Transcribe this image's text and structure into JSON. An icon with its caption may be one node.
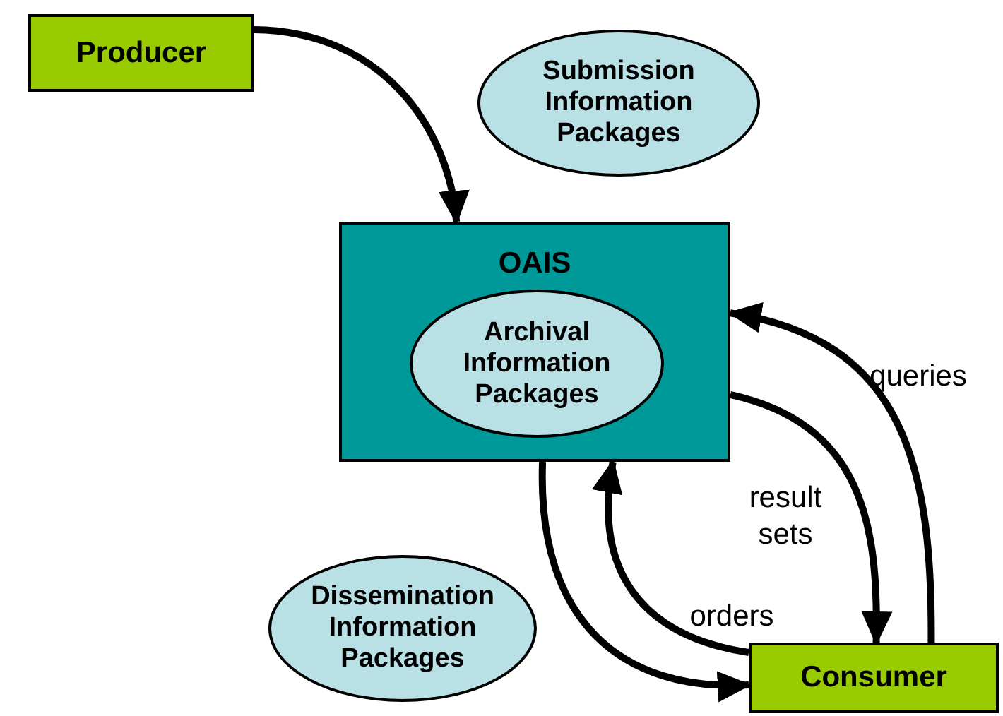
{
  "diagram": {
    "nodes": [
      {
        "text": [
          "Producer"
        ]
      },
      {
        "text": [
          "Submission Information Packages"
        ]
      },
      {
        "text": [
          "OAIS"
        ]
      },
      {
        "text": [
          "Archival Information Packages"
        ],
        "in": 2
      },
      {
        "text": [
          "Dissemination Information Packages"
        ]
      },
      {
        "text": [
          "Consumer"
        ]
      }
    ],
    "edges": [
      {
        "from": 0,
        "to": 2,
        "arrow": "to"
      },
      {
        "from": 5,
        "to": 2,
        "arrow": "to",
        "label": "queries"
      },
      {
        "from": 2,
        "to": 5,
        "arrow": "to",
        "label": "result sets"
      },
      {
        "from": 5,
        "to": 2,
        "arrow": "to",
        "label": "orders"
      },
      {
        "from": 2,
        "to": 5,
        "arrow": "to"
      }
    ]
  }
}
